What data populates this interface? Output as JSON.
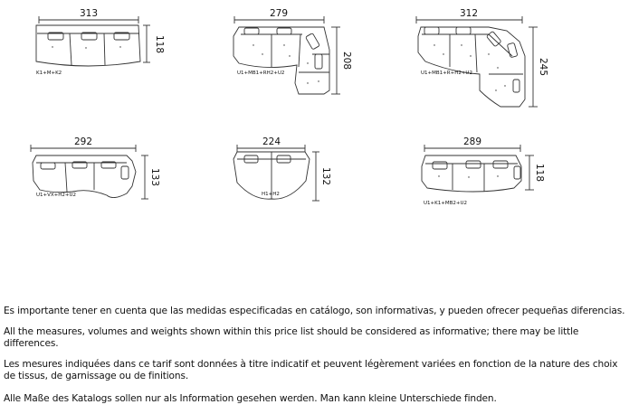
{
  "configurations": [
    {
      "code": "K1+M+K2",
      "width": "313",
      "depth": "118"
    },
    {
      "code": "U1+MB1+RH2+U2",
      "width": "279",
      "depth": "208"
    },
    {
      "code": "U1+MB1+R+H2+U2",
      "width": "312",
      "depth": "245"
    },
    {
      "code": "U1+VX+H2+U2",
      "width": "292",
      "depth": "133"
    },
    {
      "code": "H1+H2",
      "width": "224",
      "depth": "132"
    },
    {
      "code": "U1+K1+MB2+U2",
      "width": "289",
      "depth": "118"
    }
  ],
  "notes": [
    "Es importante tener en cuenta que las medidas especificadas en catálogo, son informativas, y pueden ofrecer pequeñas diferencias.",
    "All the measures, volumes and weights shown within this price list should be considered as informative; there may be little differences.",
    "Les mesures indiquées dans ce tarif sont données à titre indicatif et peuvent légèrement variées en fonction de la nature des choix de tissus, de garnissage ou de finitions.",
    "Alle Maße des Katalogs sollen nur als Information gesehen werden. Man kann kleine Unterschiede finden."
  ],
  "colors": {
    "line": "#333333",
    "text": "#111111",
    "background": "#ffffff"
  }
}
